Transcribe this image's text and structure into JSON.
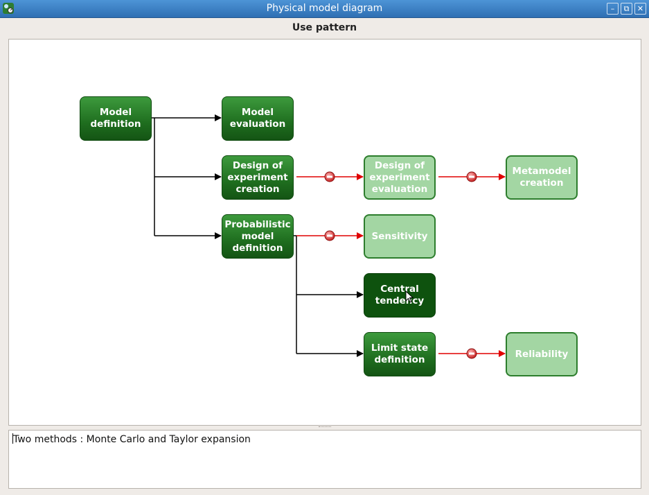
{
  "window": {
    "title": "Physical model diagram",
    "buttons": {
      "minimize": "–",
      "maximize": "⧉",
      "close": "✕"
    }
  },
  "section_title": "Use pattern",
  "diagram": {
    "nodes": [
      {
        "id": "model-definition",
        "label": "Model\ndefinition",
        "state": "enabled"
      },
      {
        "id": "model-evaluation",
        "label": "Model\nevaluation",
        "state": "enabled"
      },
      {
        "id": "doe-creation",
        "label": "Design of\nexperiment\ncreation",
        "state": "enabled"
      },
      {
        "id": "doe-evaluation",
        "label": "Design of\nexperiment\nevaluation",
        "state": "disabled"
      },
      {
        "id": "metamodel-creation",
        "label": "Metamodel\ncreation",
        "state": "disabled"
      },
      {
        "id": "probabilistic-model-definition",
        "label": "Probabilistic\nmodel\ndefinition",
        "state": "enabled"
      },
      {
        "id": "sensitivity",
        "label": "Sensitivity",
        "state": "disabled"
      },
      {
        "id": "central-tendency",
        "label": "Central\ntendency",
        "state": "selected"
      },
      {
        "id": "limit-state-definition",
        "label": "Limit state\ndefinition",
        "state": "enabled"
      },
      {
        "id": "reliability",
        "label": "Reliability",
        "state": "disabled"
      }
    ],
    "colors": {
      "enabled_arrow": "#000000",
      "disabled_arrow": "#e00000",
      "blocked_marker": "#d83030"
    }
  },
  "description": "Two methods : Monte Carlo and Taylor expansion"
}
